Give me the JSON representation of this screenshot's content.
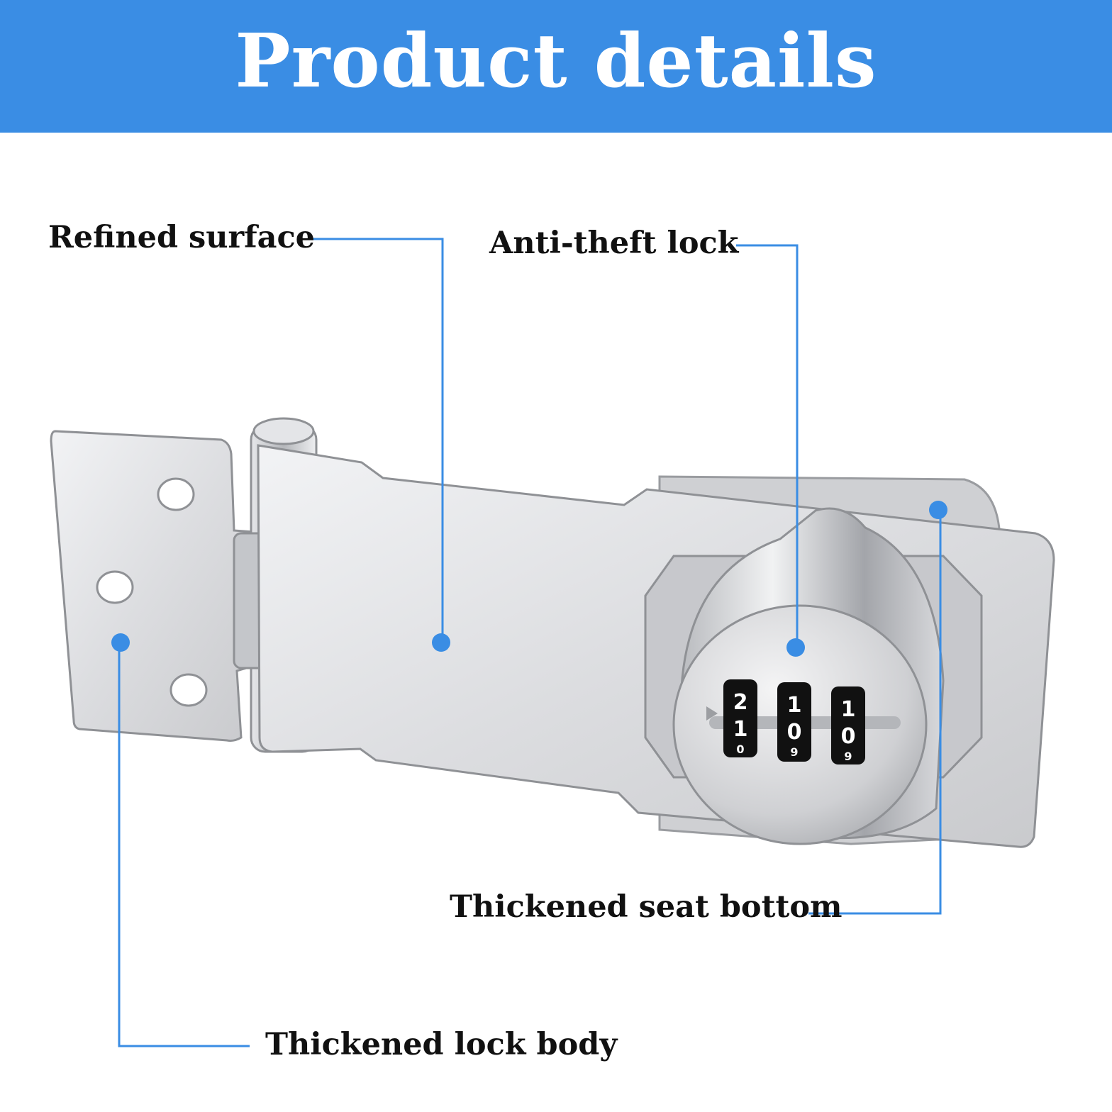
{
  "header": {
    "title": "Product details"
  },
  "callouts": {
    "refined_surface": "Refined surface",
    "anti_theft_lock": "Anti-theft lock",
    "thickened_seat_bottom": "Thickened seat bottom",
    "thickened_lock_body": "Thickened lock body"
  },
  "dials": [
    {
      "top": "2",
      "middle": "1",
      "bottom": "0"
    },
    {
      "top": "1",
      "middle": "0",
      "bottom": "9"
    },
    {
      "top": "1",
      "middle": "0",
      "bottom": "9"
    }
  ],
  "colors": {
    "banner": "#3a8de4",
    "callout_line": "#3a8de4",
    "metal": "#d9dadd",
    "text": "#111111"
  }
}
